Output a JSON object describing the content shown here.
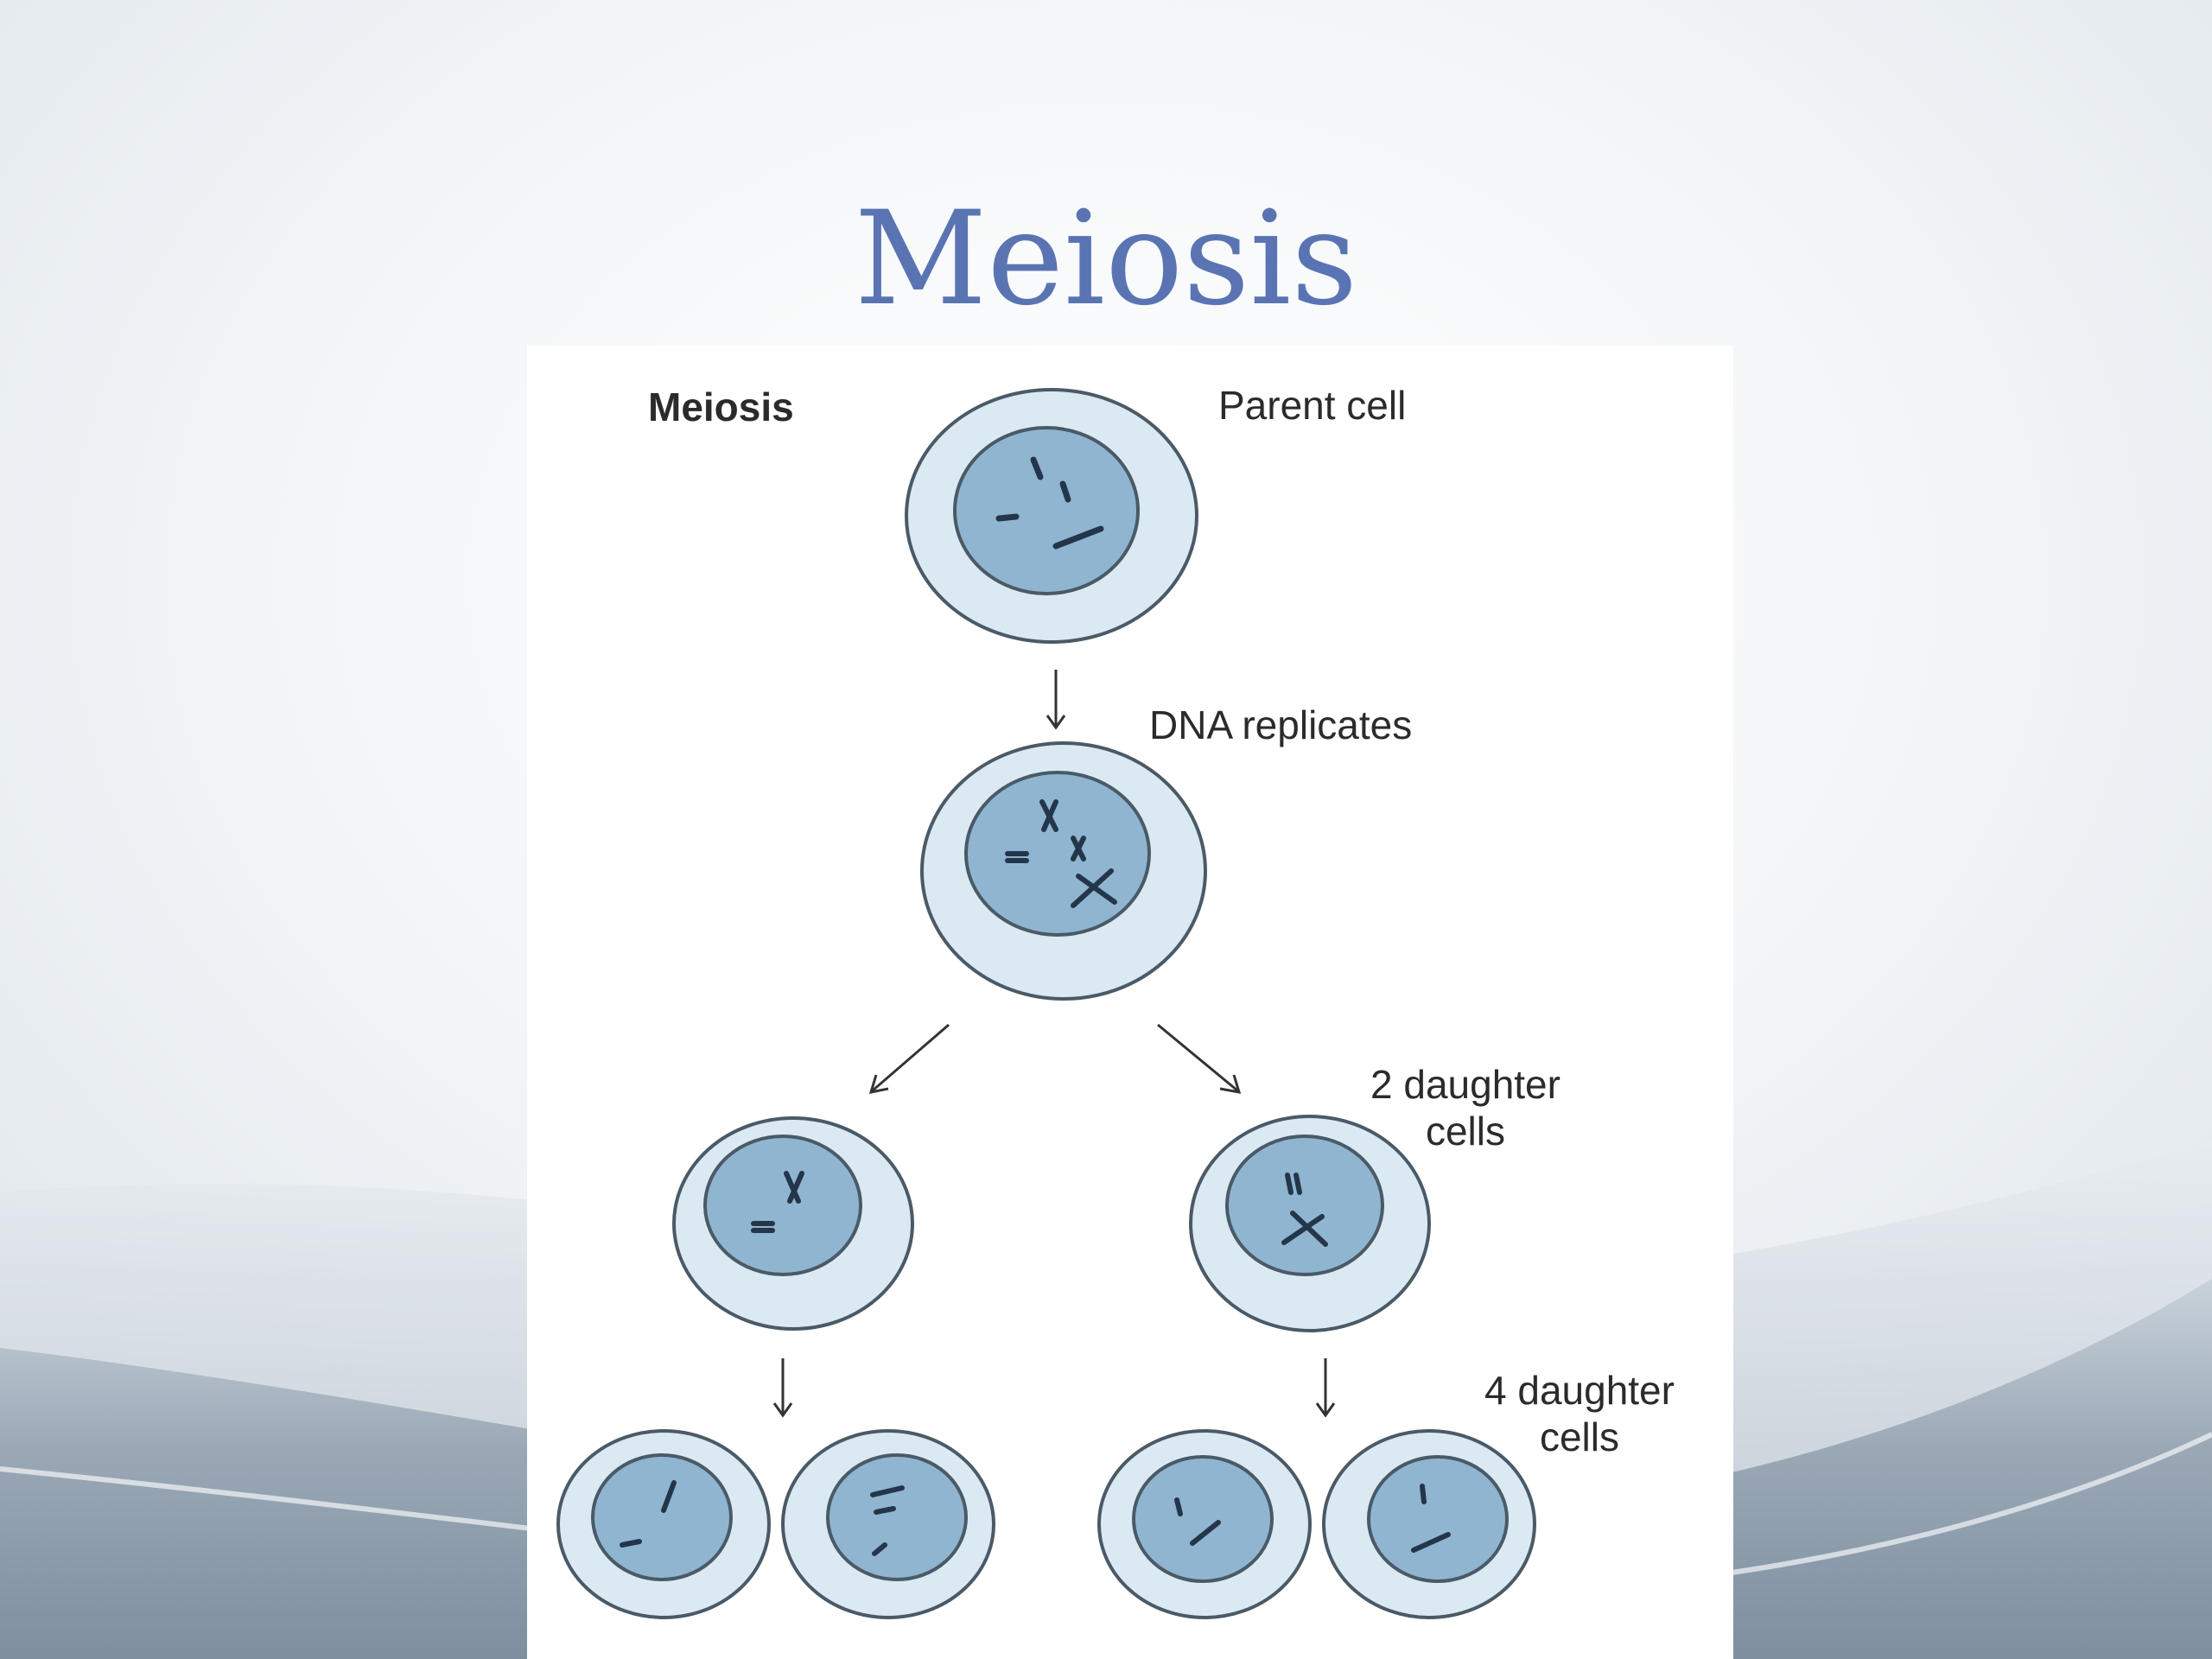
{
  "slide": {
    "title": "Meiosis"
  },
  "diagram": {
    "heading": "Meiosis",
    "labels": {
      "parent_cell": "Parent cell",
      "dna_replicates": "DNA replicates",
      "two_daughter_line1": "2 daughter",
      "two_daughter_line2": "cells",
      "four_daughter_line1": "4 daughter",
      "four_daughter_line2": "cells"
    }
  },
  "colors": {
    "title": "#5a74b3",
    "cell_fill": "#dbe9f3",
    "nucleus_fill": "#8fb5d1",
    "outline": "#4a5a66",
    "chromosome": "#24364a",
    "background_band": "#8a9aaa"
  }
}
